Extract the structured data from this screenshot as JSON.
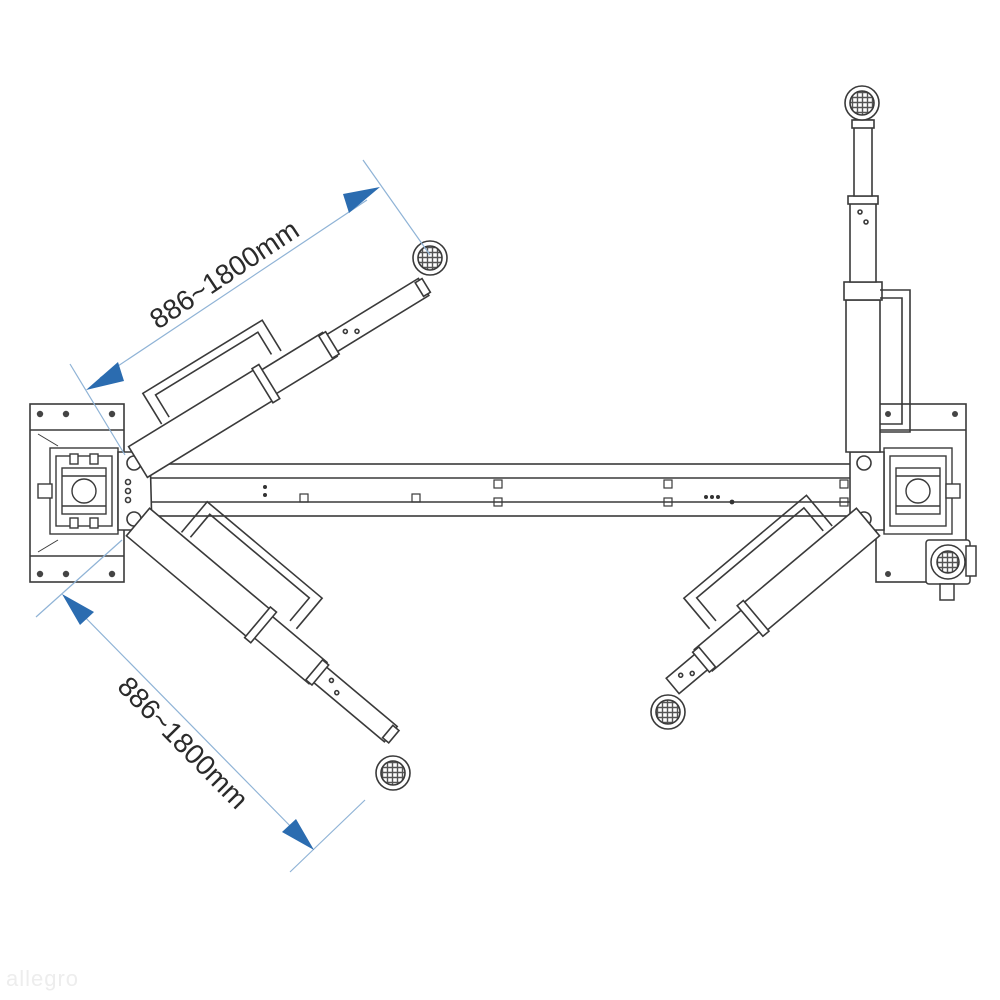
{
  "diagram": {
    "dimension_top": "886~1800mm",
    "dimension_bottom": "886~1800mm",
    "watermark": "allegro"
  },
  "colors": {
    "line": "#3a3a3a",
    "dimension": "#8fb3d6",
    "arrow": "#2b6cb0",
    "fill": "#ffffff",
    "pad_dark": "#555555"
  }
}
